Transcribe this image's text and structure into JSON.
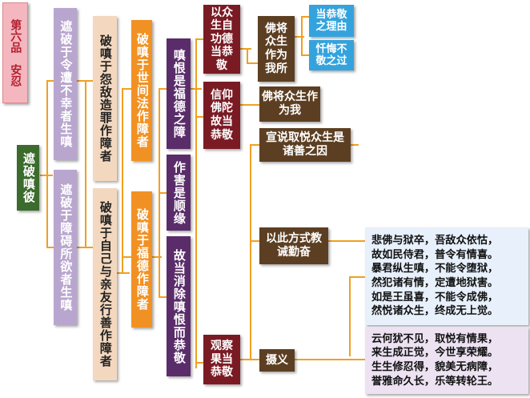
{
  "title": {
    "chapter": "第六品　安忍"
  },
  "colors": {
    "title_bg": "#f4b6bf",
    "title_text": "#b3202e",
    "green": "#3b6b2d",
    "lavender": "#b9a6cf",
    "tan": "#f3d8bf",
    "orange": "#f29123",
    "purple": "#5a2d6a",
    "maroon": "#7a1b24",
    "brown": "#5c3f22",
    "sky": "#34a3dd",
    "blue": "#e7f0fb",
    "pink": "#ece2f2",
    "line": "#f0a020"
  },
  "nodes": {
    "root": "遮破嗔彼",
    "a1": "遮破于令遭不幸者生嗔",
    "a2": "遮破于障碍所欲者生嗔",
    "b1": "破嗔于怨敌造罪作障者",
    "b2": "破嗔于自己与亲友行善作障者",
    "c1": "破嗔于世间法作障者",
    "c2": "破嗔于福德作障者",
    "d1": "嗔恨是福德之障",
    "d2": "作害是顺缘",
    "d3": "故当消除嗔恨而恭敬",
    "e1": "以众生自功德当恭敬",
    "e2": "信仰佛陀故当恭敬",
    "e3": "观察果当恭敬",
    "f1": "佛将众生作为我所",
    "f2": "佛将众生作为我",
    "f3": "宣说取悦众生是诸善之因",
    "f4": "以此方式教诫勤奋",
    "f5": "摄义",
    "g1": "当恭敬之理由",
    "g2": "忏悔不敬之过"
  },
  "verses": {
    "v1": [
      "悲佛与狱卒，吾敌众依怙，",
      "故如民侍君，普令有情喜。",
      "暴君纵生嗔，不能令堕狱，",
      "然犯诸有情，定遭地狱害。",
      "如是王虽喜，不能令成佛，",
      "然悦诸众生，终成无上觉。"
    ],
    "v2": [
      "云何犹不见，取悦有情果，",
      "来生成正觉，今世享荣耀。",
      "生生修忍得，貌美无病障，",
      "誉雅命久长，乐等转轮王。"
    ]
  }
}
